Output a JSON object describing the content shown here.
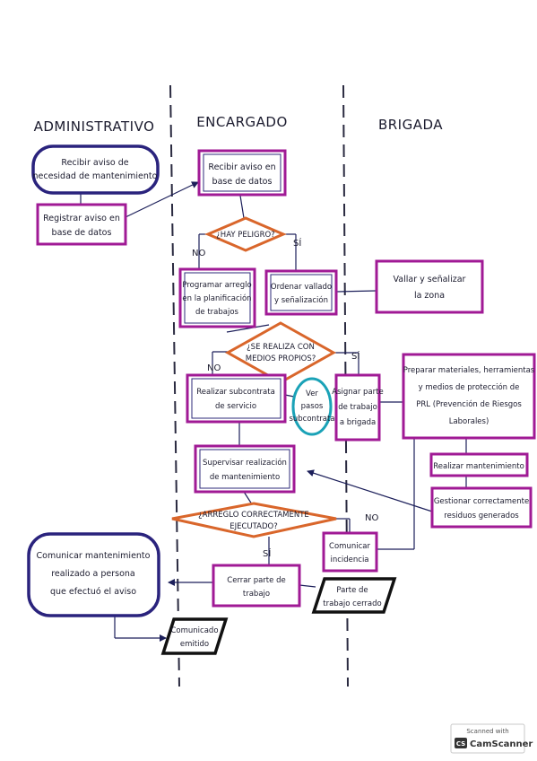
{
  "lanes": {
    "administrativo": "ADMINISTRATIVO",
    "encargado": "ENCARGADO",
    "brigada": "BRIGADA"
  },
  "nodes": {
    "recibir_aviso_necesidad": [
      "Recibir aviso de",
      "necesidad de mantenimiento"
    ],
    "registrar_aviso": [
      "Registrar aviso en",
      "base de datos"
    ],
    "recibir_aviso_base": [
      "Recibir aviso en",
      "base de datos"
    ],
    "hay_peligro": "¿HAY PELIGRO?",
    "programar_arreglo": [
      "Programar arreglo",
      "en la planificación",
      "de trabajos"
    ],
    "ordenar_vallado": [
      "Ordenar vallado",
      "y señalización"
    ],
    "vallar_senalizar": [
      "Vallar y señalizar",
      "la zona"
    ],
    "se_realiza_medios": [
      "¿SE REALIZA CON",
      "MEDIOS PROPIOS?"
    ],
    "realizar_subcontrata": [
      "Realizar subcontrata",
      "de servicio"
    ],
    "ver_pasos_subcontrata": [
      "Ver",
      "pasos",
      "subcontrata"
    ],
    "asignar_parte": [
      "Asignar parte",
      "de trabajo",
      "a brigada"
    ],
    "preparar_materiales": [
      "Preparar materiales, herramientas",
      "y medios de protección de",
      "PRL (Prevención de Riesgos",
      "Laborales)"
    ],
    "realizar_mantenimiento": "Realizar mantenimiento",
    "gestionar_residuos": [
      "Gestionar correctamente",
      "residuos generados"
    ],
    "supervisar_realizacion": [
      "Supervisar realización",
      "de mantenimiento"
    ],
    "arreglo_correcto": [
      "¿ARREGLO CORRECTAMENTE",
      "EJECUTADO?"
    ],
    "comunicar_incidencia": [
      "Comunicar",
      "incidencia"
    ],
    "cerrar_parte": [
      "Cerrar parte de",
      "trabajo"
    ],
    "parte_trabajo_cerrado": [
      "Parte de",
      "trabajo cerrado"
    ],
    "comunicar_mantenimiento": [
      "Comunicar mantenimiento",
      "realizado a persona",
      "que efectuó el aviso"
    ],
    "comunicado_emitido": [
      "Comunicado",
      "emitido"
    ]
  },
  "edge_labels": {
    "hay_peligro_no": "NO",
    "hay_peligro_si": "SÍ",
    "medios_no": "NO",
    "medios_si": "SÍ",
    "arreglo_no": "NO",
    "arreglo_si": "SÍ"
  },
  "watermark": {
    "top": "Scanned with",
    "logo": "CS",
    "brand": "CamScanner"
  },
  "colors": {
    "process": "#a01a95",
    "terminator": "#2a237d",
    "decision": "#d9662b",
    "connector": "#1aa2b7",
    "document": "#111111",
    "ink": "#1c1f5a"
  }
}
